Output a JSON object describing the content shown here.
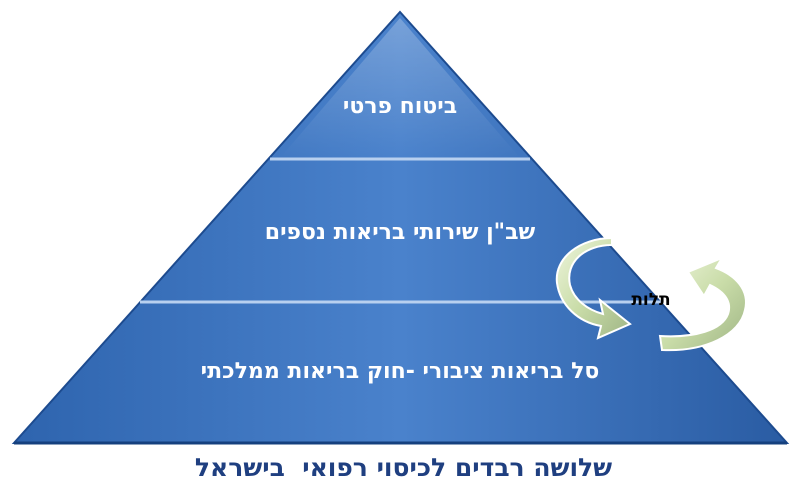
{
  "pyramid": {
    "layers": [
      {
        "label": "ביטוח פרטי"
      },
      {
        "label": "שב\"ן שירותי בריאות נספים"
      },
      {
        "label": "סל בריאות ציבורי -חוק בריאות ממלכתי"
      }
    ],
    "fill_color": "#3f77c2",
    "edge_color": "#1d4b8f"
  },
  "cycle": {
    "label": "תלות",
    "arrow_color": "#c8d8a8"
  },
  "caption": "שלושה רבדים לכיסוי רפואי  בישראל"
}
